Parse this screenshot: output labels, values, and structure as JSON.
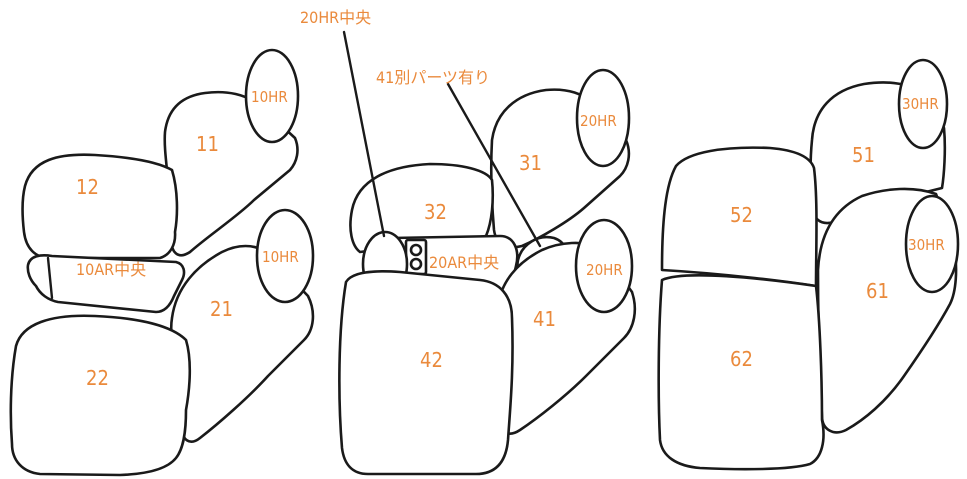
{
  "diagram": {
    "accent_color": "#ea8a3c",
    "line_color": "#1a1a1a",
    "callouts": {
      "top_center": "20HR中央",
      "part_41": "41別パーツ有り"
    },
    "seat_1": {
      "headrest_1": "10HR",
      "back_upper": "11",
      "cushion_upper": "12",
      "armrest": "10AR中央",
      "headrest_2": "10HR",
      "back_lower": "21",
      "cushion_lower": "22"
    },
    "seat_2": {
      "headrest_1": "20HR",
      "back_upper": "31",
      "cushion_upper": "32",
      "armrest": "20AR中央",
      "headrest_2": "20HR",
      "back_lower": "41",
      "cushion_lower": "42"
    },
    "seat_3": {
      "headrest_1": "30HR",
      "back_upper": "51",
      "cushion_upper": "52",
      "headrest_2": "30HR",
      "back_lower": "61",
      "cushion_lower": "62"
    }
  }
}
